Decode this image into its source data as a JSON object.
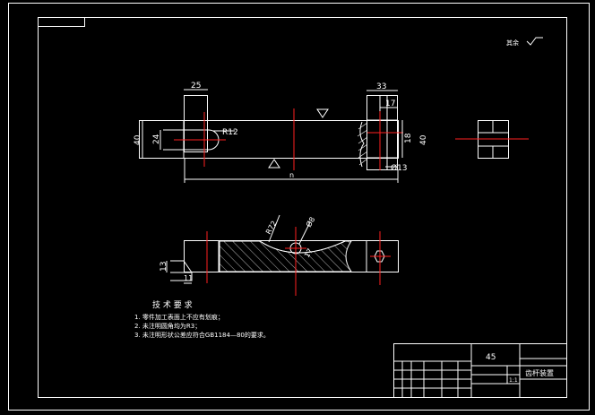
{
  "drawing": {
    "roughness": "其余",
    "top_view": {
      "dim_slot_width": "25",
      "dim_right_boss": "33",
      "dim_right_inner": "17",
      "dim_height_left": "40",
      "dim_slot_height": "24",
      "dim_radius": "R12",
      "dim_hole": "18",
      "dim_height_right": "40",
      "dim_small_hole": "Ø13",
      "dim_overall": "n"
    },
    "section_view": {
      "dim_r": "R72",
      "dim_d": "Ø8",
      "dim_v": "17",
      "dim_step_h": "13",
      "dim_step_w": "11"
    },
    "notes": {
      "title": "技 术 要 求",
      "items": [
        "1. 零件加工表面上不应有划痕；",
        "2. 未注明圆角均为R3；",
        "3. 未注明形状公差应符合GB1184—80的要求。"
      ]
    },
    "title_block": {
      "material": "45",
      "name": "齿杆装置",
      "scale": "1:1"
    },
    "colors": {
      "line": "#ffffff",
      "center": "#ff2020",
      "background": "#000000"
    }
  }
}
